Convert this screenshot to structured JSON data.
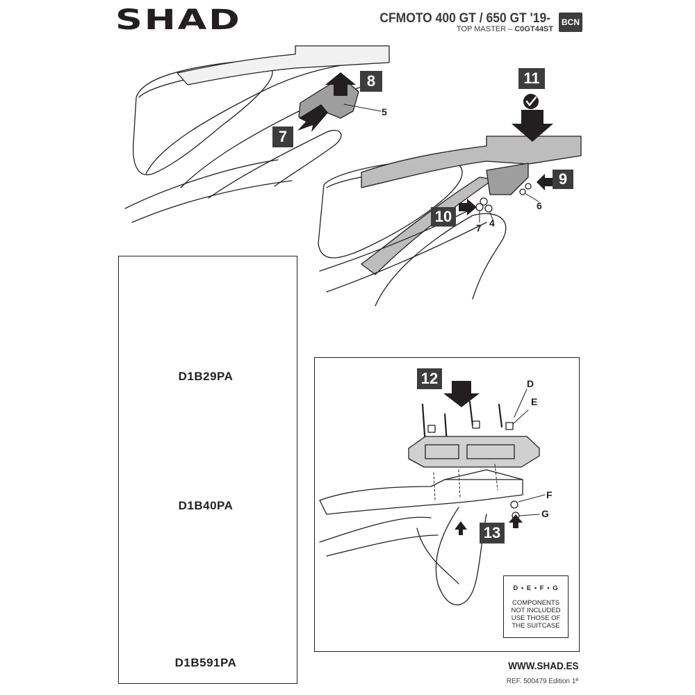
{
  "header": {
    "brand": "SHAD",
    "model": "CFMOTO 400 GT / 650 GT '19-",
    "subtitle_prefix": "TOP MASTER –",
    "subtitle_code": "C0GT44ST",
    "badge": "BCN"
  },
  "steps": {
    "s7": "7",
    "s8": "8",
    "s9": "9",
    "s10": "10",
    "s11": "11",
    "s12": "12",
    "s13": "13"
  },
  "parts": {
    "p5": "5",
    "p6": "6",
    "p7": "7",
    "p4": "4",
    "pD": "D",
    "pE": "E",
    "pF": "F",
    "pG": "G"
  },
  "plates": [
    {
      "label": "D1B29PA"
    },
    {
      "label": "D1B40PA"
    },
    {
      "label": "D1B591PA"
    }
  ],
  "note": {
    "title": "D • E • F • G",
    "lines": [
      "COMPONENTS",
      "NOT INCLUDED",
      "USE THOSE OF",
      "THE SUITCASE"
    ]
  },
  "footer": {
    "website": "WWW.SHAD.ES",
    "reference": "REF. 500479 Edition 1ª"
  },
  "colors": {
    "ink": "#231f20",
    "step_bg": "#3d3d3d",
    "plate": "#2a2a2a",
    "rack": "#bdbdbd"
  }
}
